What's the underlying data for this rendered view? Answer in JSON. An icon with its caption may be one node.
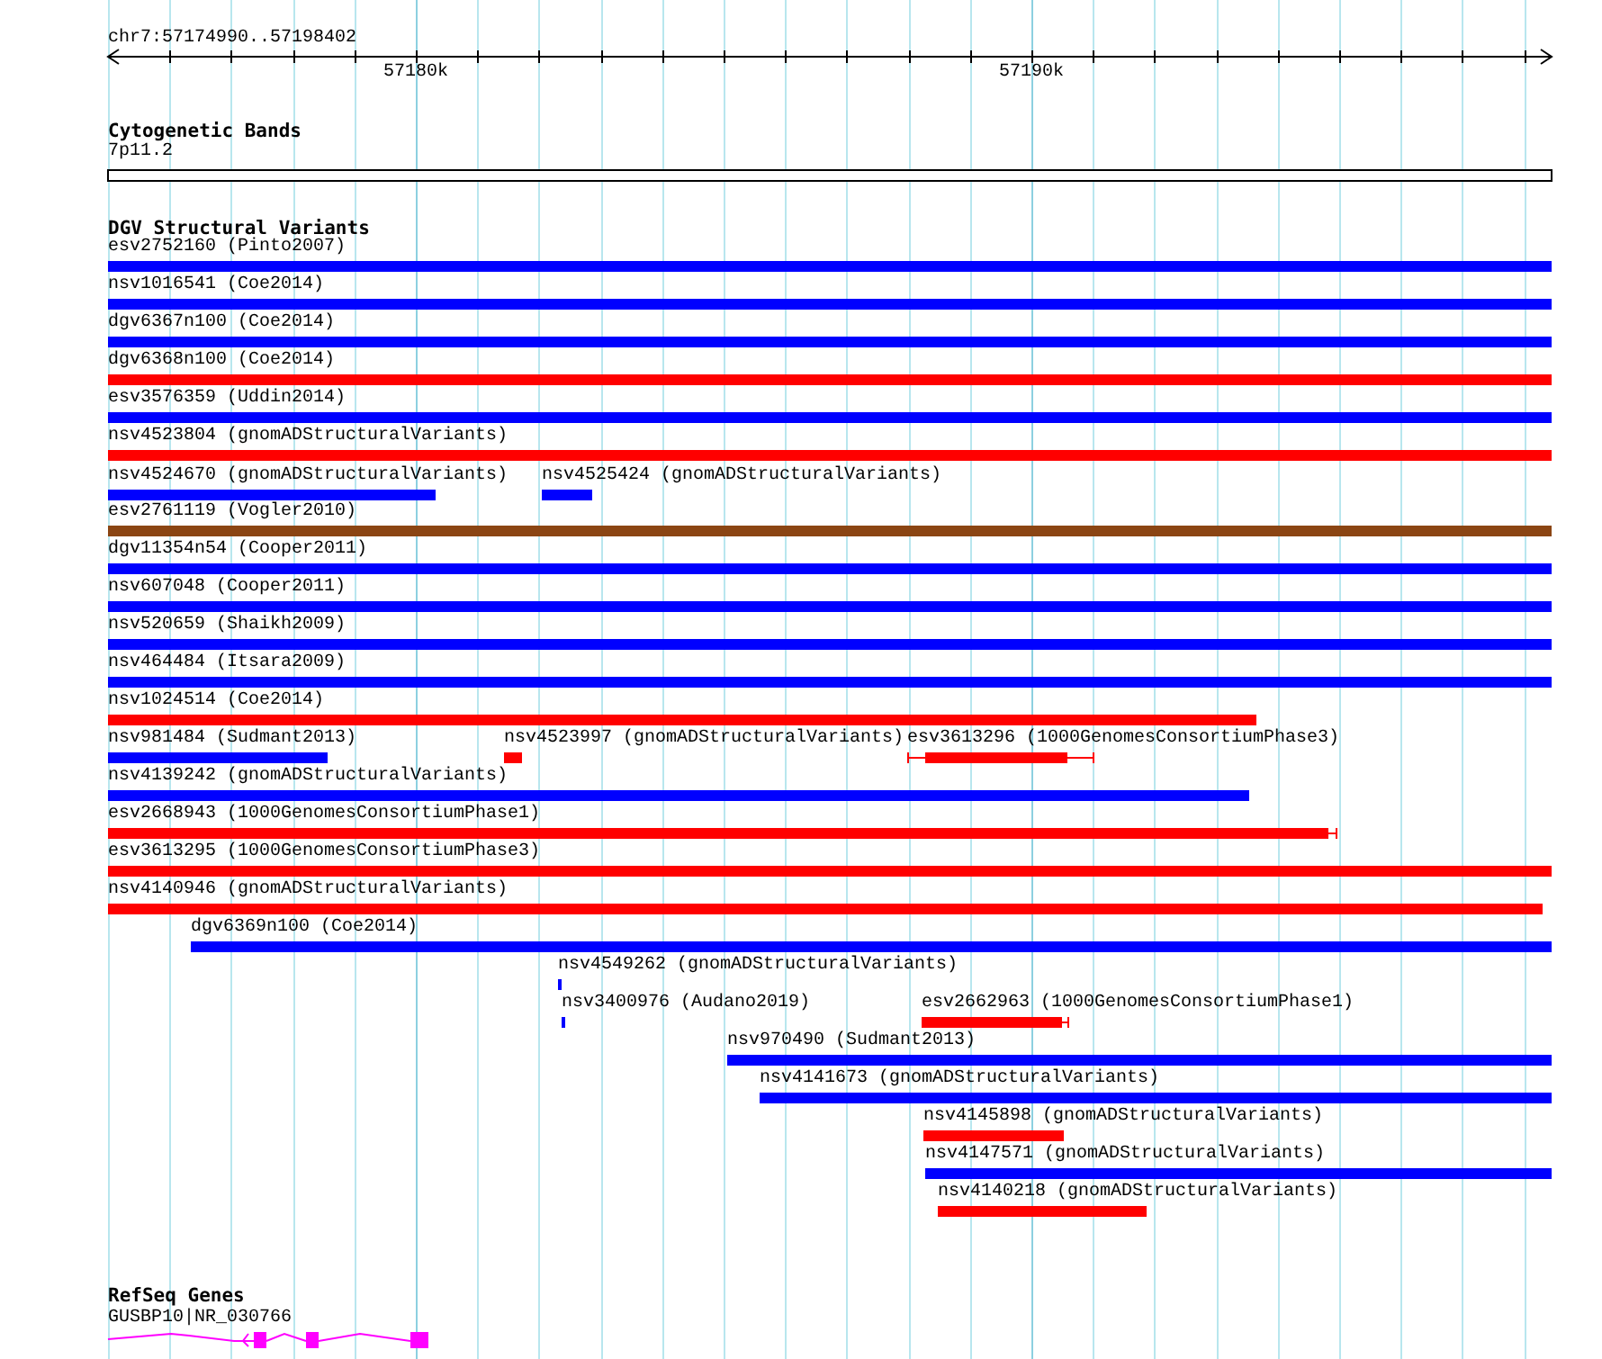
{
  "diagram": {
    "nodes": [
      {
        "text": [
          "esv2752160 (Pinto2007)"
        ]
      },
      {
        "text": [
          "nsv1016541 (Coe2014)"
        ]
      },
      {
        "text": [
          "dgv6367n100 (Coe2014)"
        ]
      },
      {
        "text": [
          "dgv6368n100 (Coe2014)"
        ]
      },
      {
        "text": [
          "esv3576359 (Uddin2014)"
        ]
      },
      {
        "text": [
          "nsv4523804 (gnomADStructuralVariants)"
        ]
      },
      {
        "text": [
          "nsv4524670 (gnomADStructuralVariants)"
        ]
      },
      {
        "text": [
          "nsv4525424 (gnomADStructuralVariants)"
        ]
      },
      {
        "text": [
          "esv2761119 (Vogler2010)"
        ]
      },
      {
        "text": [
          "dgv11354n54 (Cooper2011)"
        ]
      },
      {
        "text": [
          "nsv607048 (Cooper2011)"
        ]
      },
      {
        "text": [
          "nsv520659 (Shaikh2009)"
        ]
      },
      {
        "text": [
          "nsv464484 (Itsara2009)"
        ]
      },
      {
        "text": [
          "nsv1024514 (Coe2014)"
        ]
      },
      {
        "text": [
          "nsv981484 (Sudmant2013)"
        ]
      },
      {
        "text": [
          "nsv4523997 (gnomADStructuralVariants)"
        ]
      },
      {
        "text": [
          "esv3613296 (1000GenomesConsortiumPhase3)"
        ]
      },
      {
        "text": [
          "nsv4139242 (gnomADStructuralVariants)"
        ]
      },
      {
        "text": [
          "esv2668943 (1000GenomesConsortiumPhase1)"
        ]
      },
      {
        "text": [
          "esv3613295 (1000GenomesConsortiumPhase3)"
        ]
      },
      {
        "text": [
          "nsv4140946 (gnomADStructuralVariants)"
        ]
      },
      {
        "text": [
          "dgv6369n100 (Coe2014)"
        ]
      },
      {
        "text": [
          "nsv4549262 (gnomADStructuralVariants)"
        ]
      },
      {
        "text": [
          "nsv3400976 (Audano2019)"
        ]
      },
      {
        "text": [
          "esv2662963 (1000GenomesConsortiumPhase1)"
        ]
      },
      {
        "text": [
          "nsv970490 (Sudmant2013)"
        ]
      },
      {
        "text": [
          "nsv4141673 (gnomADStructuralVariants)"
        ]
      },
      {
        "text": [
          "nsv4145898 (gnomADStructuralVariants)"
        ]
      },
      {
        "text": [
          "nsv4147571 (gnomADStructuralVariants)"
        ]
      },
      {
        "text": [
          "nsv4140218 (gnomADStructuralVariants)"
        ]
      }
    ],
    "labels": [
      "chr7:57174990..57198402",
      "57180k",
      "57190k",
      "Cytogenetic Bands",
      "7p11.2",
      "DGV Structural Variants",
      "RefSeq Genes",
      "GUSBP10|NR_030766"
    ]
  }
}
